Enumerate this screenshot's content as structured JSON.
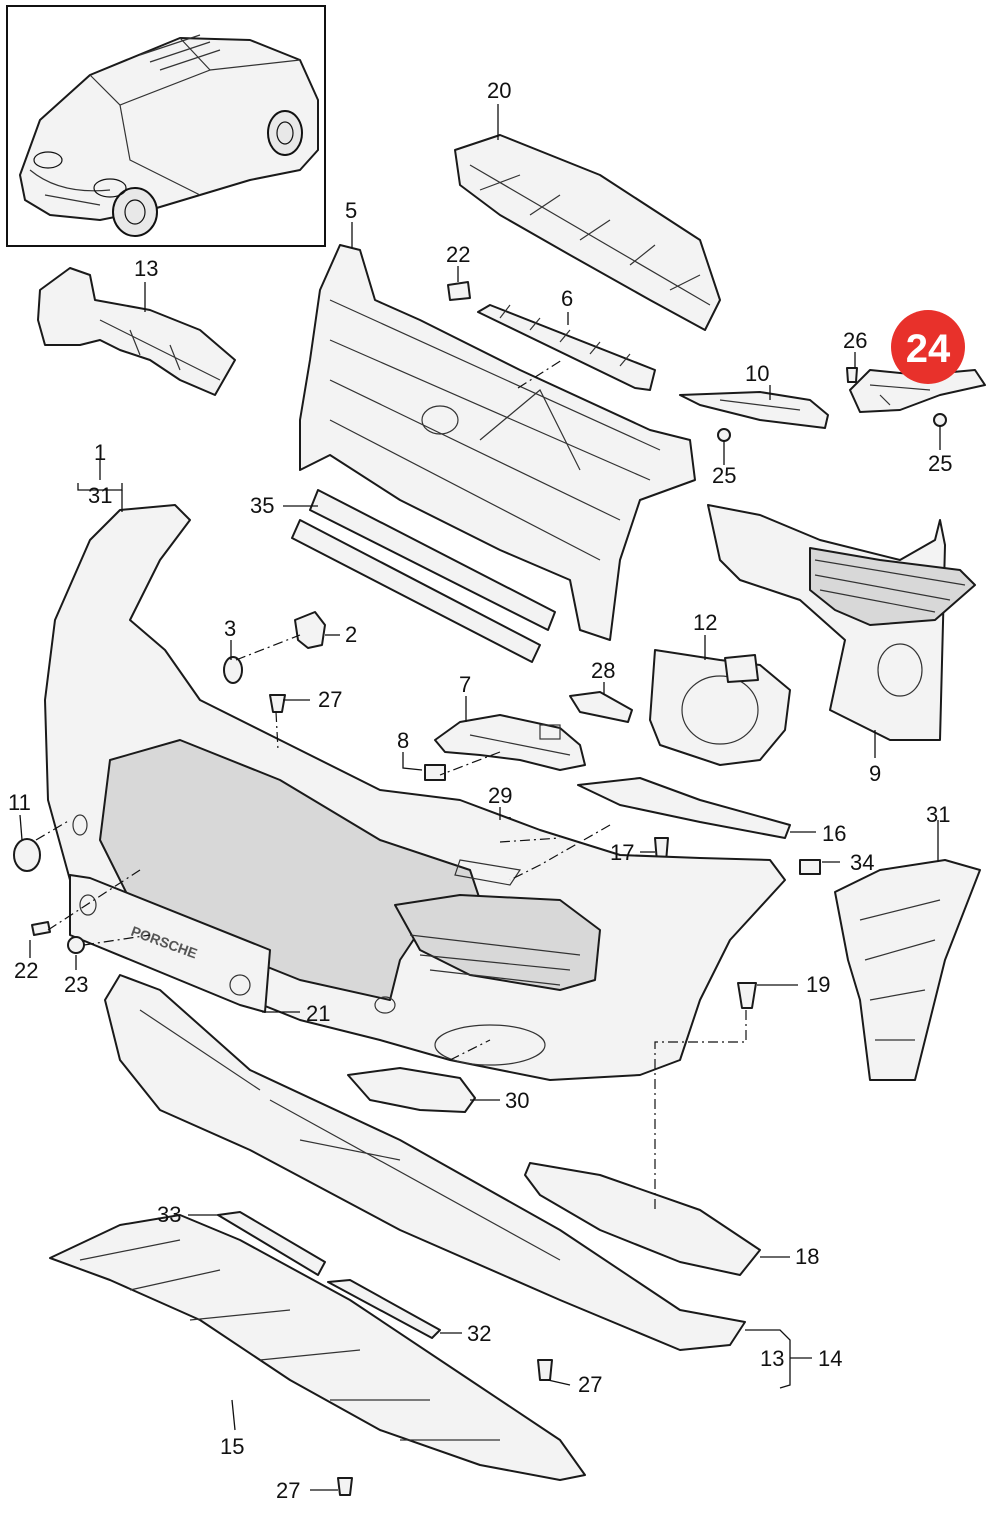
{
  "callouts": [
    {
      "id": "c1",
      "text": "1"
    },
    {
      "id": "c2",
      "text": "2"
    },
    {
      "id": "c3",
      "text": "3"
    },
    {
      "id": "c5",
      "text": "5"
    },
    {
      "id": "c6",
      "text": "6"
    },
    {
      "id": "c7",
      "text": "7"
    },
    {
      "id": "c8",
      "text": "8"
    },
    {
      "id": "c9",
      "text": "9"
    },
    {
      "id": "c10",
      "text": "10"
    },
    {
      "id": "c11",
      "text": "11"
    },
    {
      "id": "c12",
      "text": "12"
    },
    {
      "id": "c13a",
      "text": "13"
    },
    {
      "id": "c13b",
      "text": "13"
    },
    {
      "id": "c14",
      "text": "14"
    },
    {
      "id": "c15",
      "text": "15"
    },
    {
      "id": "c16",
      "text": "16"
    },
    {
      "id": "c17",
      "text": "17"
    },
    {
      "id": "c18",
      "text": "18"
    },
    {
      "id": "c19",
      "text": "19"
    },
    {
      "id": "c20",
      "text": "20"
    },
    {
      "id": "c21",
      "text": "21"
    },
    {
      "id": "c22a",
      "text": "22"
    },
    {
      "id": "c22b",
      "text": "22"
    },
    {
      "id": "c23",
      "text": "23"
    },
    {
      "id": "c25a",
      "text": "25"
    },
    {
      "id": "c25b",
      "text": "25"
    },
    {
      "id": "c26",
      "text": "26"
    },
    {
      "id": "c27a",
      "text": "27"
    },
    {
      "id": "c27b",
      "text": "27"
    },
    {
      "id": "c27c",
      "text": "27"
    },
    {
      "id": "c28",
      "text": "28"
    },
    {
      "id": "c29",
      "text": "29"
    },
    {
      "id": "c30",
      "text": "30"
    },
    {
      "id": "c31a",
      "text": "31"
    },
    {
      "id": "c31b",
      "text": "31"
    },
    {
      "id": "c32",
      "text": "32"
    },
    {
      "id": "c33",
      "text": "33"
    },
    {
      "id": "c34",
      "text": "34"
    },
    {
      "id": "c35",
      "text": "35"
    }
  ],
  "highlight": {
    "text": "24",
    "color": "#e8312b"
  },
  "logo_text": "PORSCHE"
}
